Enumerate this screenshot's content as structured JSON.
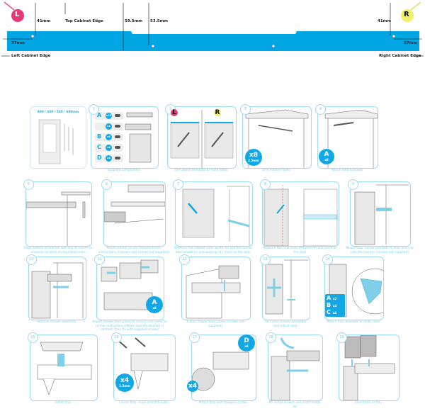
{
  "template": {
    "left_marker": "L",
    "right_marker": "R",
    "labels": {
      "left_41": "41mm",
      "top_edge": "Top Cabinet Edge",
      "h_59": "59.5mm",
      "h_53": "53.5mm",
      "right_41": "41mm",
      "left_37": "37mm",
      "right_37": "37mm",
      "left_edge": "Left Cabinet Edge",
      "right_edge": "Right Cabinet Edge"
    },
    "colors": {
      "template": "#00a6e4",
      "left_marker": "#e8387a",
      "right_marker": "#f2ef6a",
      "card_border": "#9bdaf0"
    }
  },
  "intro": {
    "sizes": "400 / 450 / 500 / 600mm"
  },
  "steps": [
    {
      "num": "1",
      "caption": "Supplied components"
    },
    {
      "num": "2",
      "caption": "Use above template to mark holes"
    },
    {
      "num": "3",
      "caption": "Drill marked holes"
    },
    {
      "num": "4",
      "caption": "Attach both brackets"
    },
    {
      "num": "5",
      "caption": "Align bottom of bracket with top of runner to measure location of mounting holes"
    },
    {
      "num": "6",
      "caption": "Mount runner as per manufacturers instructions (runners and screws not supplied)"
    },
    {
      "num": "7",
      "caption": "Measure the cabinet inner width (b) and the runner hole height (c) and spacing (d), mark on the door"
    },
    {
      "num": "8",
      "caption": "Measure the hole inset distance (e) and mark on the door"
    },
    {
      "num": "9",
      "caption": "Mount door runner brackets to door and clip into the runners (screws not supplied)"
    },
    {
      "num": "10",
      "caption": "Remove drawer assembly"
    },
    {
      "num": "11",
      "caption": "Adjust drawer back panel to correct size (refer to runner instructions) Make sure the bracket is centred, then fix with supplied screws"
    },
    {
      "num": "12",
      "caption": "Install drawer back panel (screws not supplied)"
    },
    {
      "num": "13",
      "caption": "Re-install drawer assembly and adjust door"
    },
    {
      "num": "14",
      "caption": "Attach door brackets on both sides"
    },
    {
      "num": "15",
      "caption": "Install tray"
    },
    {
      "num": "16",
      "caption": "Center tray, mark and drill holes"
    },
    {
      "num": "17",
      "caption": "Attach tray with stepped screws"
    },
    {
      "num": "18",
      "caption": "Re-install drawer and insert metal lid"
    },
    {
      "num": "19",
      "caption": "Insert bins in tray"
    }
  ],
  "components": [
    {
      "letter": "A",
      "qty": "x16"
    },
    {
      "letter": "",
      "qty": "x1"
    },
    {
      "letter": "B",
      "qty": "x4"
    },
    {
      "letter": "C",
      "qty": "x4"
    },
    {
      "letter": "D",
      "qty": "x4"
    }
  ],
  "badges": {
    "step2_left": "L",
    "step2_right": "R",
    "step3_qty": "x8",
    "step3_drill": "2.5mm",
    "step4_letter": "A",
    "step4_qty": "x8",
    "step11_letter": "A",
    "step11_qty": "x4",
    "step14": [
      {
        "letter": "A",
        "qty": "x2"
      },
      {
        "letter": "B",
        "qty": "x4"
      },
      {
        "letter": "C",
        "qty": "x4"
      }
    ],
    "step16_qty": "x4",
    "step16_drill": "2.5mm",
    "step17_letter": "D",
    "step17_qty": "x4",
    "step17_qty2": "x4"
  }
}
